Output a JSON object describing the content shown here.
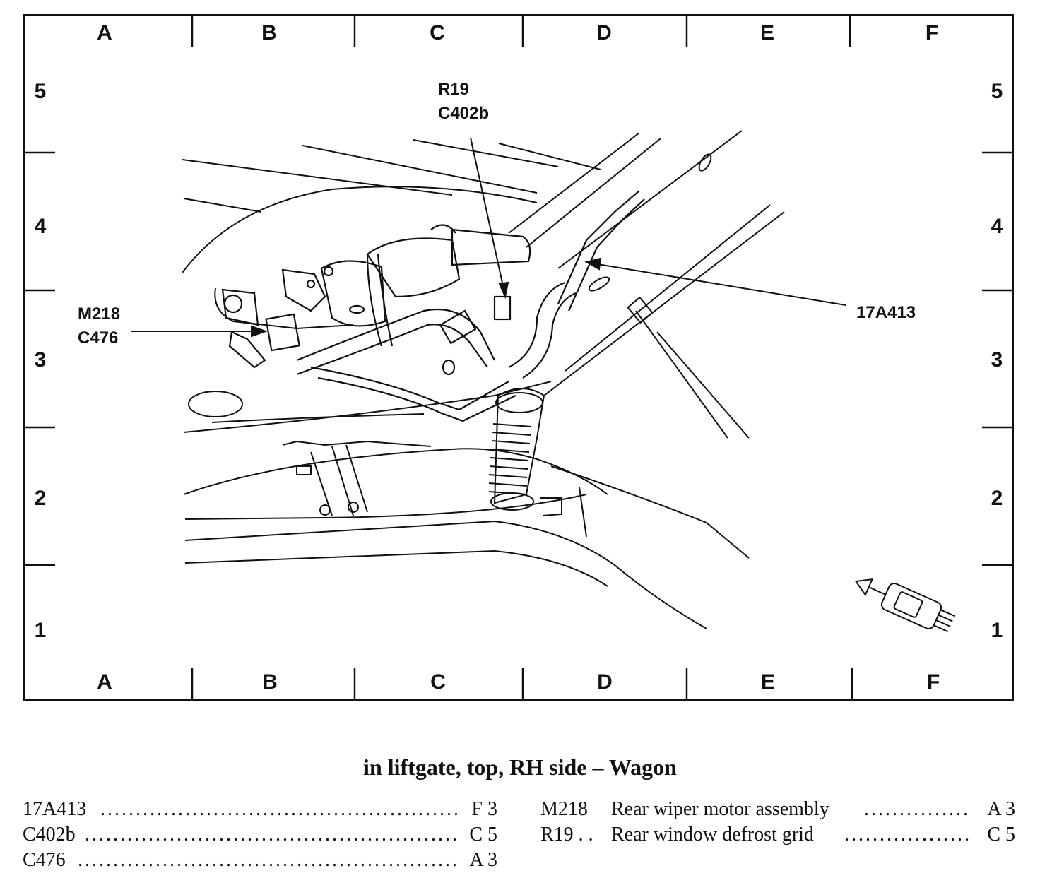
{
  "grid": {
    "columns": [
      "A",
      "B",
      "C",
      "D",
      "E",
      "F"
    ],
    "rows": [
      "5",
      "4",
      "3",
      "2",
      "1"
    ]
  },
  "callouts": {
    "r19_c402b": "R19\nC402b",
    "m218_c476": "M218\nC476",
    "harness": "17A413"
  },
  "title": "in liftgate, top, RH side – Wagon",
  "legend_left": [
    {
      "code": "17A413",
      "location": "F 3"
    },
    {
      "code": "C402b",
      "location": "C 5"
    },
    {
      "code": "C476",
      "location": "A 3"
    }
  ],
  "legend_right": [
    {
      "code": "M218",
      "description": "Rear wiper motor assembly",
      "location": "A 3"
    },
    {
      "code": "R19 . .",
      "description": "Rear window defrost grid",
      "location": "C 5"
    }
  ],
  "icons": {
    "orientation": "vehicle-direction-icon"
  }
}
